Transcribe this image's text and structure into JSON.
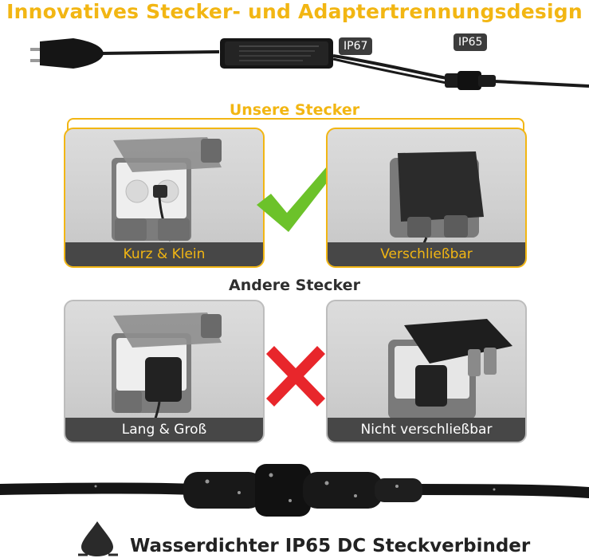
{
  "headline": "Innovatives Stecker- und Adaptertrennungsdesign",
  "product": {
    "badge_ip67": "IP67",
    "badge_ip65": "IP65"
  },
  "ours": {
    "title": "Unsere Stecker",
    "accent_color": "#f2b613",
    "cards": [
      {
        "label": "Kurz & Klein"
      },
      {
        "label": "Verschließbar"
      }
    ],
    "mark_icon": "checkmark-icon",
    "mark_color": "#6cc22a"
  },
  "others": {
    "title": "Andere Stecker",
    "cards": [
      {
        "label": "Lang & Groß"
      },
      {
        "label": "Nicht verschließbar"
      }
    ],
    "mark_icon": "cross-icon",
    "mark_color": "#e8262b"
  },
  "footer": {
    "icon": "water-drop-icon",
    "text": "Wasserdichter IP65 DC Steckverbinder"
  }
}
